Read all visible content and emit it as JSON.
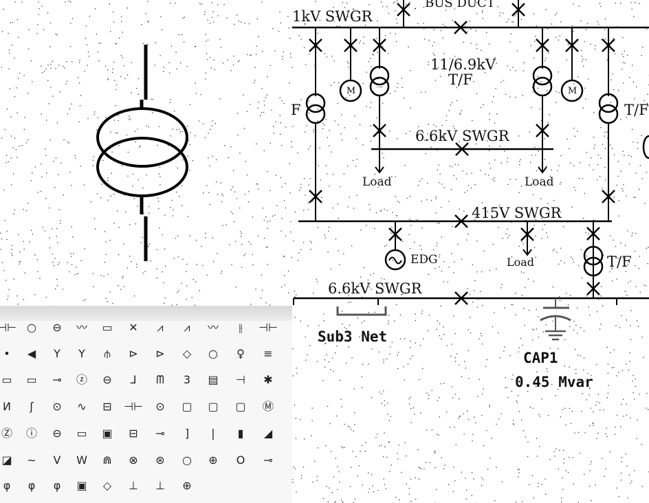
{
  "labels": {
    "bus_duct": "BUS DUCT",
    "swgr_1kv": "1kV SWGR",
    "tf_11_69": "11/6.9kV",
    "tf_suffix": "T/F",
    "f_label": "F",
    "tf_right": "T/F",
    "swgr_66_mid": "6.6kV SWGR",
    "load_left": "Load",
    "load_right": "Load",
    "swgr_415": "415V SWGR",
    "edg": "EDG",
    "load_bottom": "Load",
    "tf_bottom": "T/F",
    "swgr_66_bottom": "6.6kV SWGR",
    "sub3": "Sub3 Net",
    "cap1": "CAP1",
    "cap1_value": "0.45 Mvar",
    "motor": "M"
  },
  "palette": {
    "rows": [
      [
        "⊣⊢",
        "○",
        "⊖",
        "〰",
        "▭",
        "✕",
        "⩘",
        "⩘",
        "〰",
        "⫲",
        "⊣⊢"
      ],
      [
        "•",
        "◀",
        "Y",
        "Y",
        "⫛",
        "⊳",
        "⊳",
        "◇",
        "○",
        "♀",
        "≡"
      ],
      [
        "▭",
        "▭",
        "⊸",
        "ⓩ",
        "⊖",
        "⅃",
        "ᗰ",
        "3",
        "▤",
        "⊣",
        "✱"
      ],
      [
        "И",
        "ʃ",
        "⊙",
        "∿",
        "⊟",
        "⊣⊢",
        "⊙",
        "▢",
        "▢",
        "▢",
        "Ⓜ"
      ],
      [
        "Ⓩ",
        "ⓘ",
        "⊖",
        "▭",
        "▣",
        "⊟",
        "⊸",
        "]",
        "|",
        "▮",
        "◢"
      ],
      [
        "◪",
        "∼",
        "V",
        "W",
        "⋒",
        "⊗",
        "⊛",
        "○",
        "⊕",
        "Ο",
        "⊸"
      ],
      [
        "φ",
        "φ",
        "φ",
        "▣",
        "◇",
        "⊥",
        "⊥",
        "⊕"
      ]
    ]
  }
}
